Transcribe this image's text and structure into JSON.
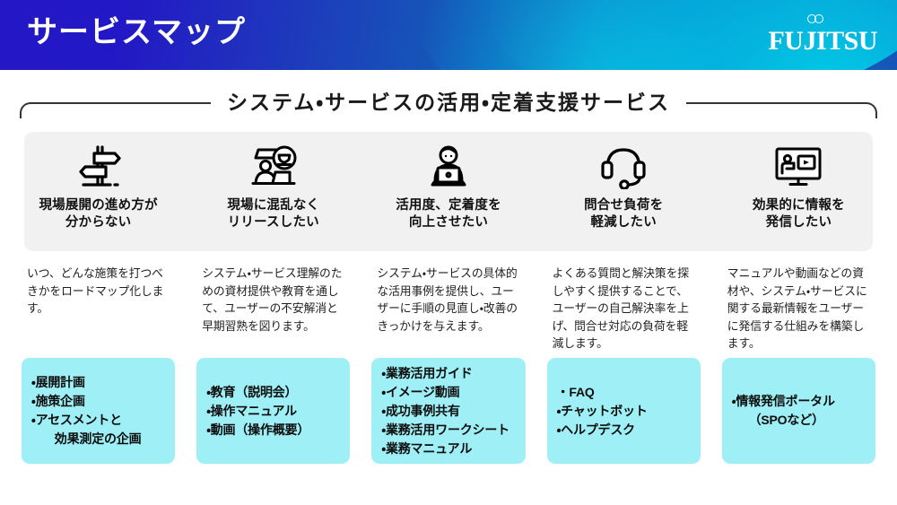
{
  "header": {
    "title": "サービスマップ",
    "logo_text": "FUJITSU",
    "gradient_start": "#2417c6",
    "gradient_end": "#1456b8",
    "accent": "#00d6ec"
  },
  "section": {
    "title": "システム・サービスの活用・定着支援サービス"
  },
  "theme": {
    "panel_bg": "#f1f1f1",
    "cyan_box": "#9ef0f6",
    "text": "#1f1f1f"
  },
  "columns": [
    {
      "icon": "signpost-icon",
      "title": "現場展開の進め方が\n分からない",
      "description": "いつ、どんな施策を打つべきかをロードマップ化します。",
      "items": [
        "展開計画",
        "施策企画",
        "アセスメントと\n　効果測定の企画"
      ],
      "box_align": "top"
    },
    {
      "icon": "person-desk-coffee-icon",
      "title": "現場に混乱なく\nリリースしたい",
      "description": "システム・サービス理解のための資材提供や教育を通して、ユーザーの不安解消と早期習熟を図ります。",
      "items": [
        "教育（説明会）",
        "操作マニュアル",
        "動画（操作概要）"
      ],
      "box_align": "center"
    },
    {
      "icon": "person-laptop-icon",
      "title": "活用度、定着度を\n向上させたい",
      "description": "システム・サービスの具体的な活用事例を提供し、ユーザーに手順の見直し・改善のきっかけを与えます。",
      "items": [
        "業務活用ガイド",
        "イメージ動画",
        "成功事例共有",
        "業務活用ワークシート",
        "業務マニュアル"
      ],
      "box_align": "top"
    },
    {
      "icon": "headset-icon",
      "title": "問合せ負荷を\n軽減したい",
      "description": "よくある質問と解決策を探しやすく提供することで、ユーザーの自己解決率を上げ、問合せ対応の負荷を軽減します。",
      "items": [
        "FAQ",
        "チャットボット",
        "ヘルプデスク"
      ],
      "box_align": "center"
    },
    {
      "icon": "monitor-video-icon",
      "title": "効果的に情報を\n発信したい",
      "description": "マニュアルや動画などの資材や、システム・サービスに関する最新情報をユーザーに発信する仕組みを構築します。",
      "items": [
        "情報発信ポータル\n　（SPOなど）"
      ],
      "box_align": "center"
    }
  ]
}
